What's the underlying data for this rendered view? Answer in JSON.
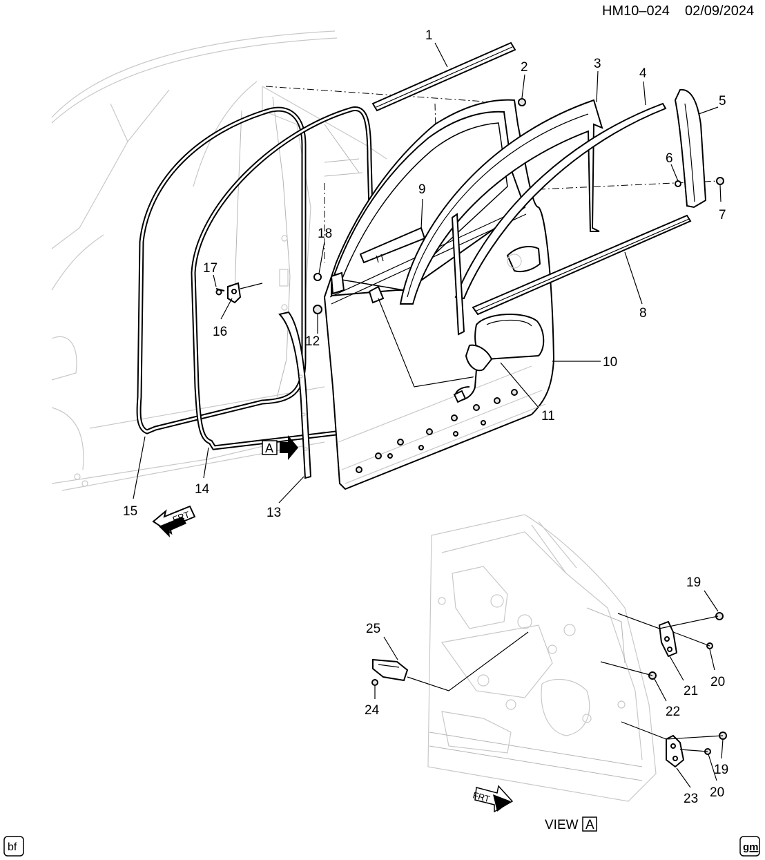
{
  "header": {
    "code": "HM10–024",
    "date": "02/09/2024"
  },
  "callouts": [
    "1",
    "2",
    "3",
    "4",
    "5",
    "6",
    "7",
    "8",
    "9",
    "10",
    "11",
    "12",
    "13",
    "14",
    "15",
    "16",
    "17",
    "18",
    "19",
    "20",
    "21",
    "22",
    "23",
    "24",
    "25",
    "19",
    "20"
  ],
  "direction_badges": {
    "front_label": "FRT",
    "view_ref": "A"
  },
  "view_caption": {
    "prefix": "VIEW",
    "ref": "A"
  },
  "corner_badges": {
    "left": "bf",
    "right": "gm"
  },
  "icons": [
    "front-direction-arrow-icon",
    "view-a-arrow-icon",
    "gm-logo-icon"
  ]
}
